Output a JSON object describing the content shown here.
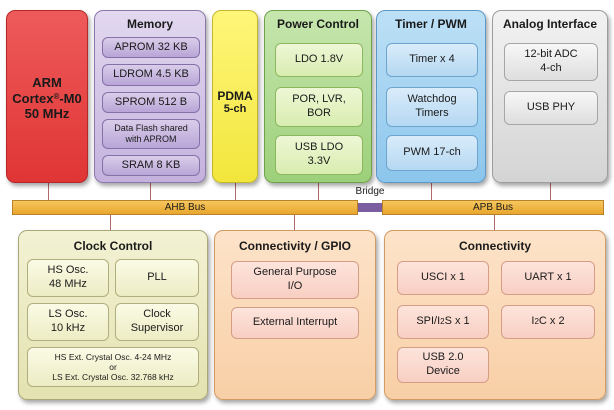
{
  "cpu": {
    "line1": "ARM",
    "line2a": "Cortex",
    "line2sup": "®",
    "line2b": "-M0",
    "line3": "50 MHz"
  },
  "memory": {
    "title": "Memory",
    "items": [
      "APROM 32 KB",
      "LDROM 4.5 KB",
      "SPROM 512 B",
      "Data Flash shared\nwith APROM",
      "SRAM 8 KB"
    ]
  },
  "pdma": {
    "line1": "PDMA",
    "line2": "5-ch"
  },
  "power": {
    "title": "Power Control",
    "items": [
      "LDO 1.8V",
      "POR, LVR,\nBOR",
      "USB LDO\n3.3V"
    ]
  },
  "timer": {
    "title": "Timer / PWM",
    "items": [
      "Timer x 4",
      "Watchdog\nTimers",
      "PWM 17-ch"
    ]
  },
  "analog": {
    "title": "Analog Interface",
    "items": [
      "12-bit ADC\n4-ch",
      "USB PHY"
    ]
  },
  "bus": {
    "ahb": "AHB Bus",
    "apb": "APB Bus",
    "bridge": "Bridge"
  },
  "clock": {
    "title": "Clock Control",
    "hs_osc": "HS Osc.\n48 MHz",
    "pll": "PLL",
    "ls_osc": "LS Osc.\n10 kHz",
    "supervisor": "Clock\nSupervisor",
    "ext_crystal": "HS Ext. Crystal Osc. 4-24 MHz\nor\nLS Ext. Crystal Osc. 32.768 kHz"
  },
  "gpio": {
    "title": "Connectivity / GPIO",
    "items": [
      "General Purpose\nI/O",
      "External Interrupt"
    ]
  },
  "connectivity": {
    "title": "Connectivity",
    "usci": "USCI x 1",
    "uart": "UART x 1",
    "spi_a": "SPI/I",
    "spi_sup": "2",
    "spi_b": "S x 1",
    "i2c_a": "I",
    "i2c_sup": "2",
    "i2c_b": "C x 2",
    "usb": "USB 2.0\nDevice"
  }
}
